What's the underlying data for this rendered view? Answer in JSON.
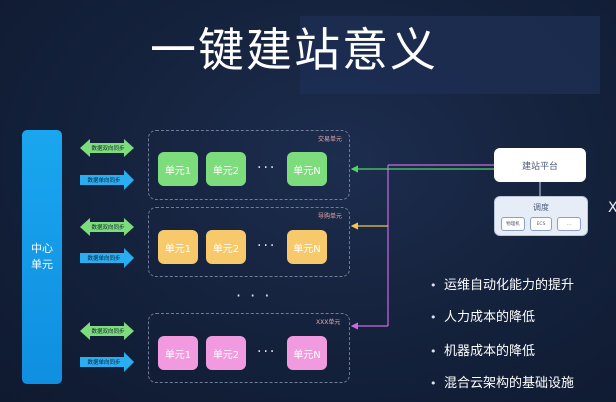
{
  "title": "一键建站意义",
  "center_unit": {
    "line1": "中心",
    "line2": "单元"
  },
  "arrows": {
    "bidirectional": "数据双向同步",
    "unidirectional": "数据单向同步"
  },
  "groups": [
    {
      "label": "交易单元",
      "color": "#7ddc7b",
      "cells": [
        "单元1",
        "单元2",
        "单元N"
      ]
    },
    {
      "label": "导购单元",
      "color": "#f7c96b",
      "cells": [
        "单元1",
        "单元2",
        "单元N"
      ]
    },
    {
      "label": "XXX单元",
      "color": "#f29adf",
      "cells": [
        "单元1",
        "单元2",
        "单元N"
      ]
    }
  ],
  "ellipsis": "· · ·",
  "platform": {
    "label": "建站平台"
  },
  "schedule": {
    "label": "调度",
    "items": [
      "物理机",
      "ECS",
      "..."
    ]
  },
  "bullets": [
    "运维自动化能力的提升",
    "人力成本的降低",
    "机器成本的降低",
    "混合云架构的基础设施"
  ],
  "edge_glyph": "X",
  "colors": {
    "connector_green": "#4fd46a",
    "connector_yellow": "#f2c64e",
    "connector_purple": "#c76be0",
    "center": "#1aa6ef"
  }
}
